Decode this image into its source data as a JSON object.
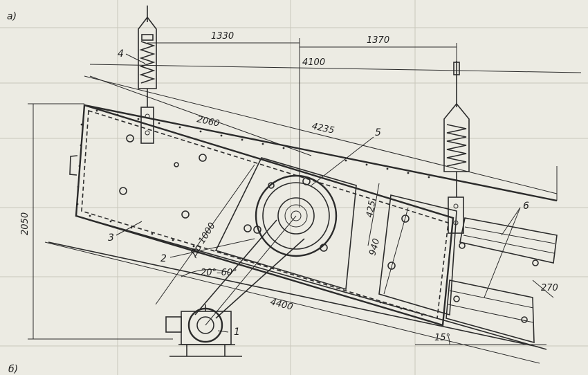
{
  "view_labels": {
    "view_a": "а)",
    "view_b": "б)"
  },
  "dimensions": {
    "d1330": "1330",
    "d1370": "1370",
    "d4100": "4100",
    "d2060": "2060",
    "d4235": "4235",
    "d2050": "2050",
    "d1000": "До 1000",
    "d425": "425",
    "d940": "940",
    "d4400": "4400",
    "d270": "270",
    "angle_range": "20°–60°",
    "tilt": "15°"
  },
  "callouts": {
    "c1": "1",
    "c2": "2",
    "c3": "3",
    "c4": "4",
    "c5": "5",
    "c6": "6"
  }
}
